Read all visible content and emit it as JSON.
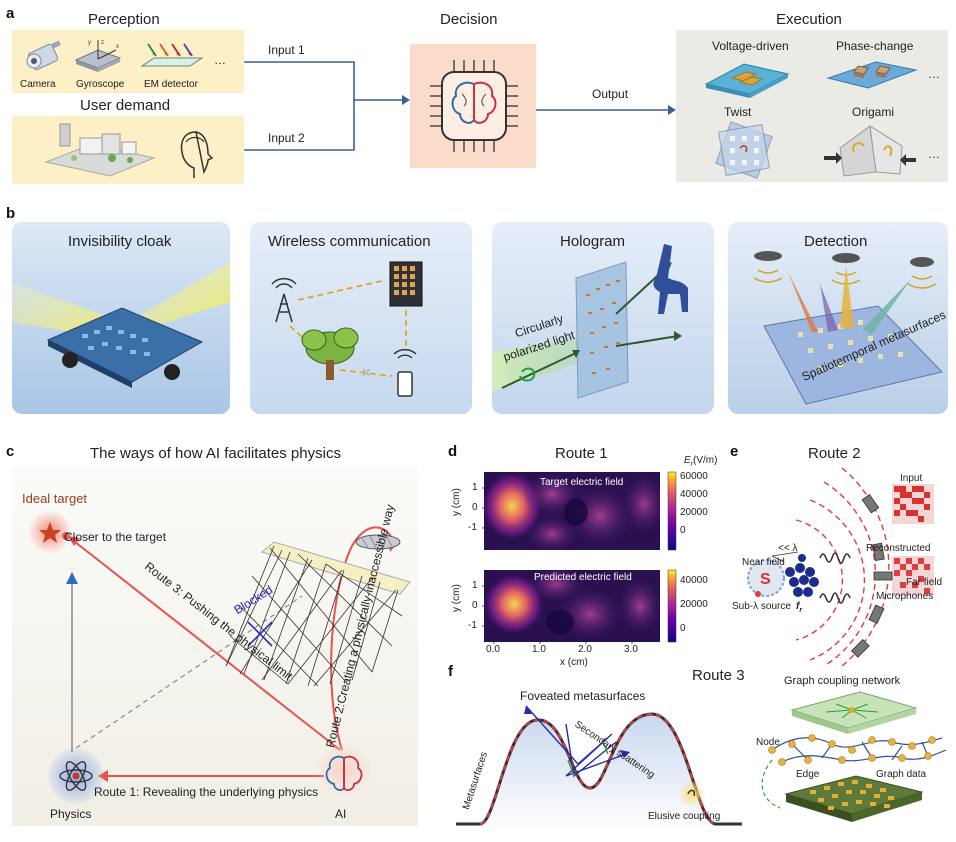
{
  "panel_a": {
    "label": "a",
    "perception": "Perception",
    "user_demand": "User demand",
    "decision": "Decision",
    "execution": "Execution",
    "camera": "Camera",
    "gyroscope": "Gyroscope",
    "em_detector": "EM detector",
    "ellipsis": "…",
    "input1": "Input 1",
    "input2": "Input 2",
    "output": "Output",
    "voltage_driven": "Voltage-driven",
    "phase_change": "Phase-change",
    "twist": "Twist",
    "origami": "Origami",
    "colors": {
      "yellow_box": "#fdefc6",
      "decision_box": "#fbdccb",
      "execution_box": "#ebebe6",
      "line": "#3b5f97"
    }
  },
  "panel_b": {
    "label": "b",
    "invisibility": "Invisibility cloak",
    "wireless": "Wireless communication",
    "hologram": "Hologram",
    "detection": "Detection",
    "circular_light": "Circularly",
    "circular_light2": "polarized light",
    "spatiotemporal": "Spatiotemporal metasurfaces"
  },
  "panel_c": {
    "label": "c",
    "title": "The ways of how AI facilitates physics",
    "ideal_target": "Ideal target",
    "closer": "Closer to the target",
    "blocked": "Blocked",
    "route3": "Route 3: Pushing the physical limit",
    "route2": "Route 2:Creating a physically-inaccessible way",
    "route1": "Route 1: Revealing the underlying physics",
    "physics": "Physics",
    "ai": "AI"
  },
  "panel_d": {
    "label": "d",
    "title": "Route 1",
    "cbar_label": "E",
    "cbar_sub": "r",
    "cbar_unit": "(V/m)",
    "target_title": "Target electric field",
    "predicted_title": "Predicted electric field",
    "y_label": "y (cm)",
    "x_label": "x (cm)",
    "y_ticks": [
      "1",
      "0",
      "-1"
    ],
    "x_ticks": [
      "0.0",
      "1.0",
      "2.0",
      "3.0"
    ],
    "cbar1_ticks": [
      "60000",
      "40000",
      "20000",
      "0"
    ],
    "cbar2_ticks": [
      "40000",
      "20000",
      "0"
    ]
  },
  "panel_e": {
    "label": "e",
    "title": "Route 2",
    "input": "Input",
    "reconstructed": "Reconstructed",
    "near_field": "Near field",
    "lambda": "<< λ",
    "far_field": "Far field",
    "microphones": "Microphones",
    "sub_source": "Sub-λ source",
    "fr": "f",
    "fr_sub": "r"
  },
  "panel_f": {
    "label": "f",
    "title": "Route 3",
    "foveated": "Foveated metasurfaces",
    "secondary": "Secondary scattering",
    "metasurfaces": "Metasurfaces",
    "elusive": "Elusive coupling",
    "graph_network": "Graph coupling network",
    "node": "Node",
    "edge": "Edge",
    "graph_data": "Graph data"
  }
}
